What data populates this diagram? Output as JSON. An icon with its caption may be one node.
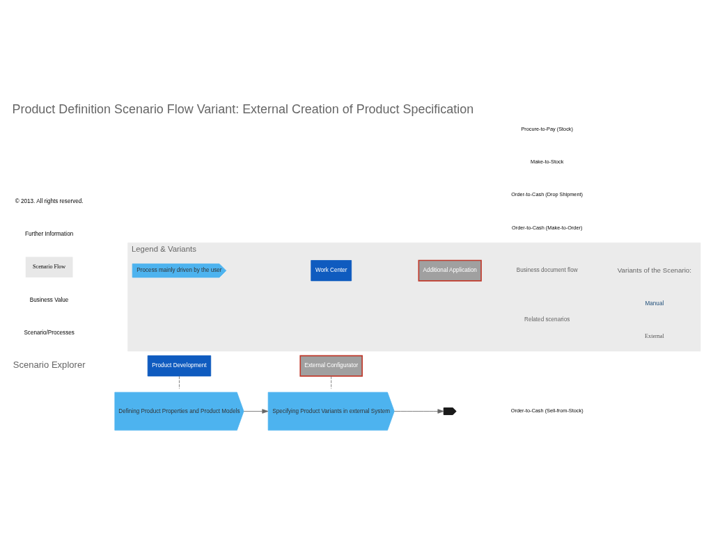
{
  "diagram": {
    "title": "Product Definition Scenario Flow Variant: External Creation of Product Specification",
    "nodes": [
      {
        "text": [
          "Product Development"
        ]
      },
      {
        "text": [
          "External Configurator"
        ]
      },
      {
        "text": [
          "Defining Product Properties and Product Models"
        ]
      },
      {
        "text": [
          "Specifying Product Variants in external System"
        ]
      },
      {
        "text": [],
        "shape": "chevron"
      },
      {
        "text": [
          "Legend & Variants"
        ]
      },
      {
        "text": [
          "Process mainly driven by the user"
        ],
        "in": 5
      },
      {
        "text": [
          "Work Center"
        ],
        "in": 5
      },
      {
        "text": [
          "Additional Application"
        ],
        "in": 5
      }
    ],
    "edges": [
      {
        "from": 0,
        "to": 2,
        "arrow": "none",
        "style": "dashed"
      },
      {
        "from": 1,
        "to": 3,
        "arrow": "none",
        "style": "dashed"
      },
      {
        "from": 2,
        "to": 3,
        "arrow": "to"
      },
      {
        "from": 3,
        "to": 4,
        "arrow": "to"
      }
    ],
    "labels": [
      "Scenario Explorer",
      "Scenario/Processes",
      "Business Value",
      "Scenario Flow",
      "Further Information",
      "Variants of the Scenario:",
      "Manual",
      "External",
      "Order-to-Cash (Make-to-Order)",
      "Order-to-Cash (Drop Shipment)",
      "Order-to-Cash (Sell-from-Stock)",
      "Make-to-Stock",
      "Procure-to-Pay (Stock)",
      "© 2013. All rights reserved."
    ],
    "legend": [
      {
        "text": "Business document flow"
      },
      {
        "text": "Related scenarios"
      }
    ]
  }
}
